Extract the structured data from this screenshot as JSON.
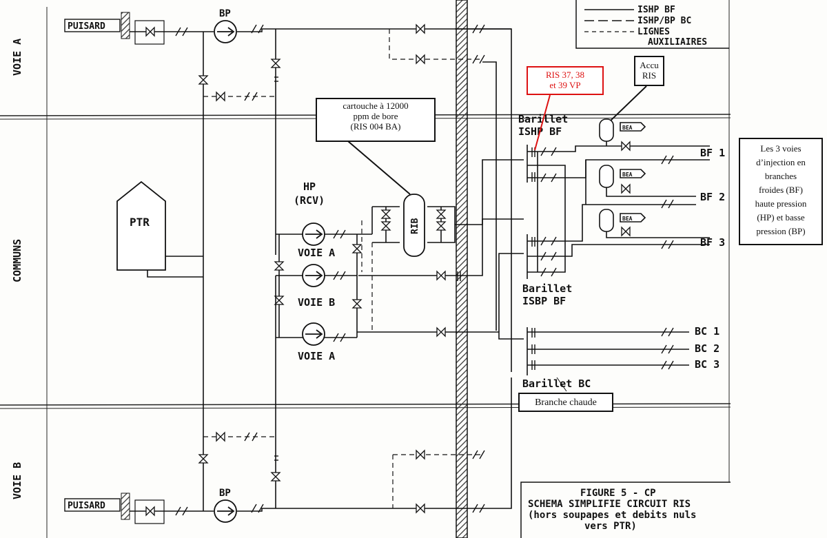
{
  "sections": {
    "voie_a": "VOIE A",
    "communs": "COMMUNS",
    "voie_b": "VOIE B"
  },
  "legend": {
    "line1": "ISHP BF",
    "line2": "ISHP/BP BC",
    "line3": "LIGNES",
    "line4": "AUXILIAIRES"
  },
  "labels": {
    "puisard": "PUISARD",
    "bp": "BP",
    "hp": "HP",
    "rcv": "(RCV)",
    "voie_a": "VOIE A",
    "voie_b": "VOIE B",
    "ptr": "PTR",
    "rib": "RIB",
    "barillet_ishp_1": "Barillet",
    "barillet_ishp_2": "ISHP BF",
    "barillet_isbp_1": "Barillet",
    "barillet_isbp_2": "ISBP BF",
    "barillet_bc": "Barillet BC",
    "bf1": "BF 1",
    "bf2": "BF 2",
    "bf3": "BF 3",
    "bc1": "BC 1",
    "bc2": "BC 2",
    "bc3": "BC 3",
    "bea": "BEA"
  },
  "annotations": {
    "cartouche": [
      "cartouche à 12000",
      "ppm de bore",
      "(RIS 004 BA)"
    ],
    "accu": [
      "Accu",
      "RIS"
    ],
    "ris_vp": [
      "RIS 37, 38",
      "et 39 VP"
    ],
    "voies_injection": [
      "Les 3 voies",
      "d’injection en",
      "branches",
      "froides (BF)",
      "haute pression",
      "(HP) et basse",
      "pression (BP)"
    ],
    "branche_chaude": "Branche chaude"
  },
  "figure": {
    "title": "FIGURE 5 - CP",
    "subtitle": "SCHEMA SIMPLIFIE CIRCUIT RIS",
    "note1": "(hors soupapes et debits nuls",
    "note2": "vers PTR)"
  },
  "colors": {
    "ink": "#111111",
    "red": "#dd1111",
    "hatch": "#444444"
  }
}
